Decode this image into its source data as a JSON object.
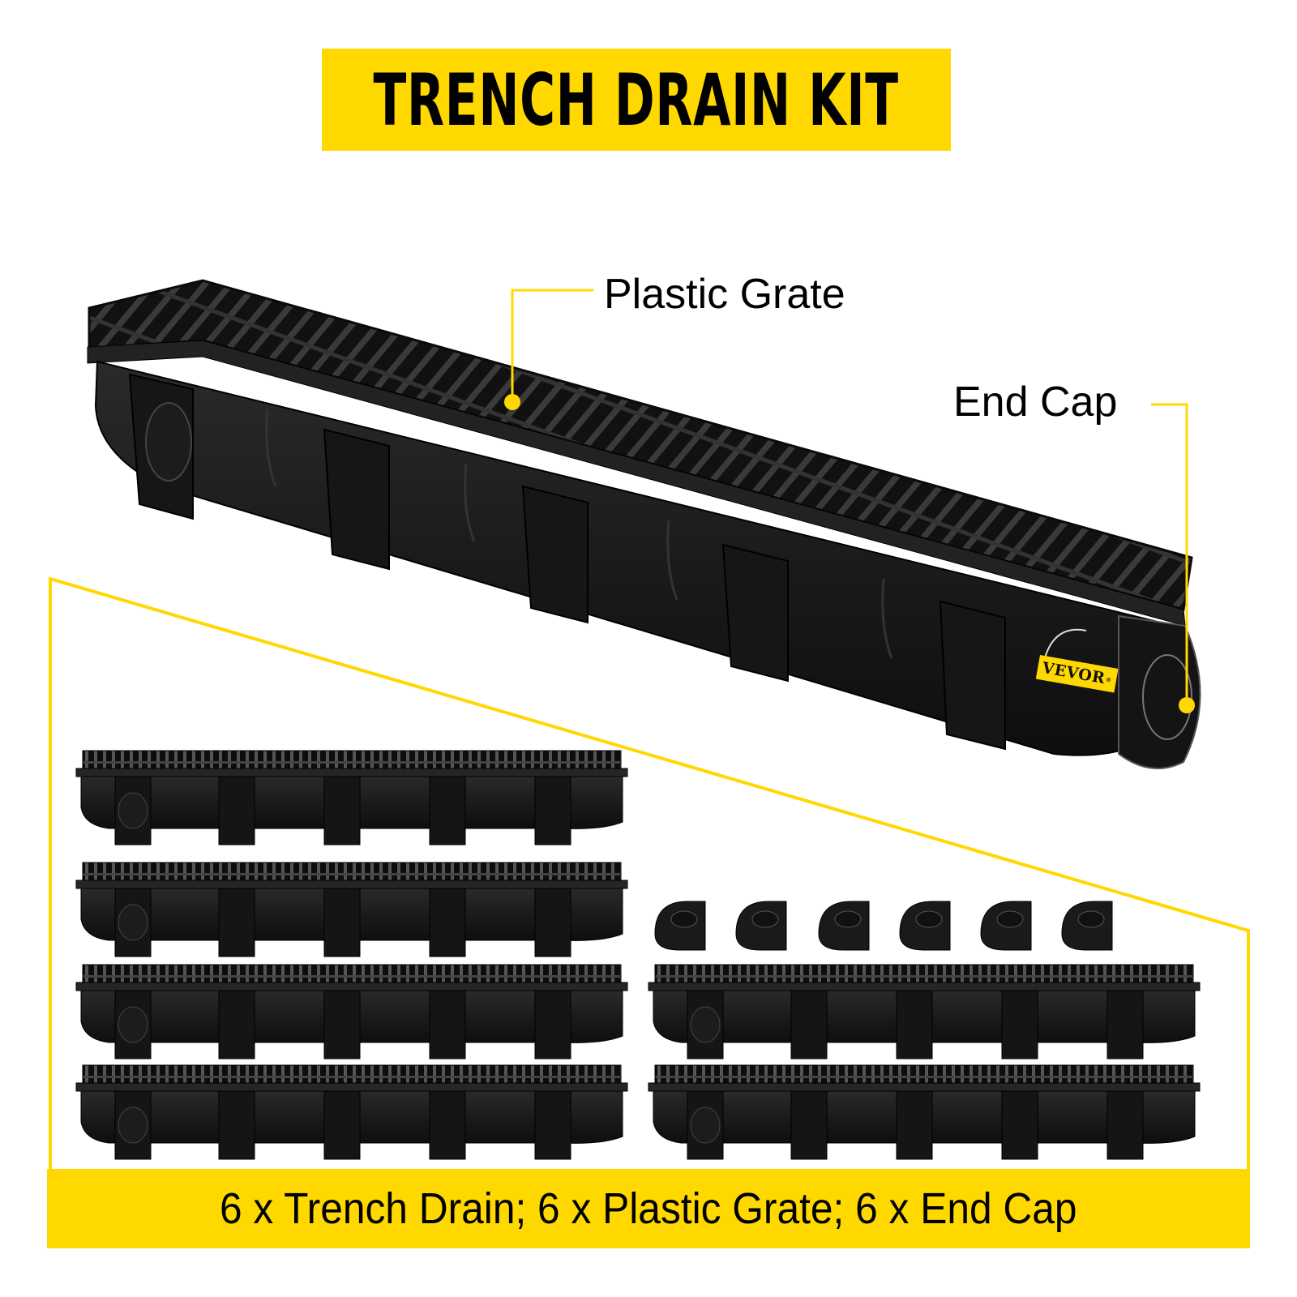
{
  "header": {
    "title": "TRENCH DRAIN KIT"
  },
  "callouts": [
    {
      "label": "Plastic Grate",
      "target": "grate"
    },
    {
      "label": "End Cap",
      "target": "end-cap"
    }
  ],
  "product": {
    "brand": "VEVOR",
    "brand_mark": "®"
  },
  "kit_contents": {
    "summary": "6 x Trench Drain; 6 x Plastic Grate; 6 x End Cap",
    "items": [
      {
        "qty": 6,
        "name": "Trench Drain"
      },
      {
        "qty": 6,
        "name": "Plastic Grate"
      },
      {
        "qty": 6,
        "name": "End Cap"
      }
    ],
    "small_drain_count": 6,
    "end_cap_count": 6
  },
  "colors": {
    "accent_yellow": "#FFD800",
    "product_black": "#1a1a1a",
    "text": "#000000",
    "background": "#ffffff"
  }
}
